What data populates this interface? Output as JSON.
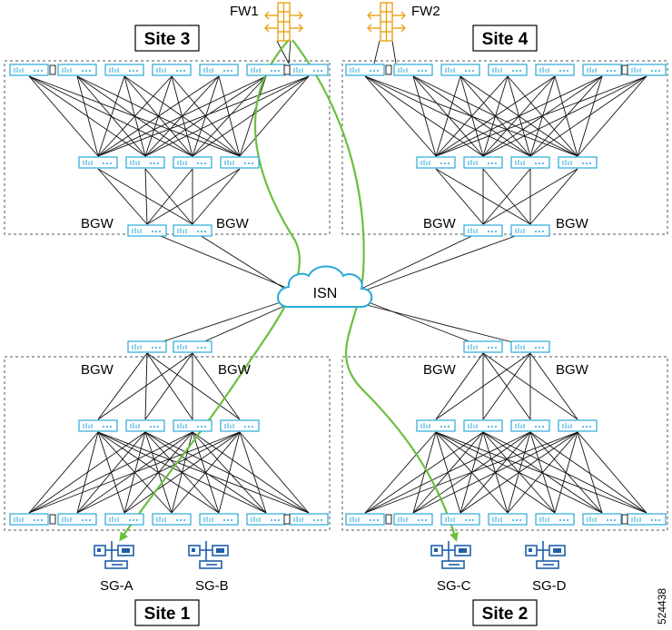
{
  "sites": [
    {
      "id": "site3",
      "label": "Site 3"
    },
    {
      "id": "site4",
      "label": "Site 4"
    },
    {
      "id": "site1",
      "label": "Site 1"
    },
    {
      "id": "site2",
      "label": "Site 2"
    }
  ],
  "firewalls": [
    {
      "id": "fw1",
      "label": "FW1"
    },
    {
      "id": "fw2",
      "label": "FW2"
    }
  ],
  "isn": {
    "label": "ISN"
  },
  "bgw_label": "BGW",
  "server_groups": [
    {
      "id": "sg-a",
      "label": "SG-A"
    },
    {
      "id": "sg-b",
      "label": "SG-B"
    },
    {
      "id": "sg-c",
      "label": "SG-C"
    },
    {
      "id": "sg-d",
      "label": "SG-D"
    }
  ],
  "figure_id": "524438",
  "colors": {
    "switch": "#29a9d9",
    "firewall": "#e8a317",
    "traffic_path": "#6cbf3e",
    "server": "#1f5fa8"
  }
}
